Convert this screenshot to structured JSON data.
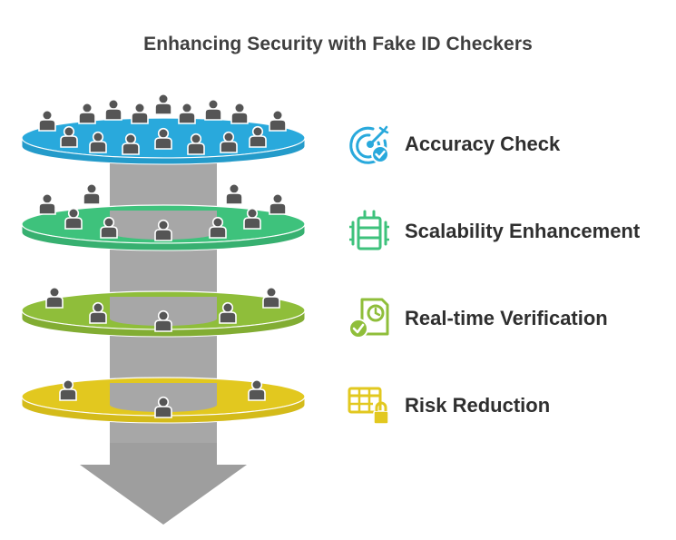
{
  "title": "Enhancing Security with Fake ID Checkers",
  "colors": {
    "blue": "#29a9dc",
    "green": "#3ec27c",
    "lime": "#8fbe3a",
    "yellow": "#e2c81f",
    "cylinder": "#a8a8a8",
    "arrow": "#9e9e9e",
    "person": "#555555"
  },
  "layers": [
    {
      "label": "Accuracy Check",
      "icon": "target-check-icon",
      "color": "#29a9dc"
    },
    {
      "label": "Scalability Enhancement",
      "icon": "server-rack-icon",
      "color": "#3ec27c"
    },
    {
      "label": "Real-time Verification",
      "icon": "clock-document-check-icon",
      "color": "#8fbe3a"
    },
    {
      "label": "Risk Reduction",
      "icon": "table-lock-icon",
      "color": "#e2c81f"
    }
  ]
}
